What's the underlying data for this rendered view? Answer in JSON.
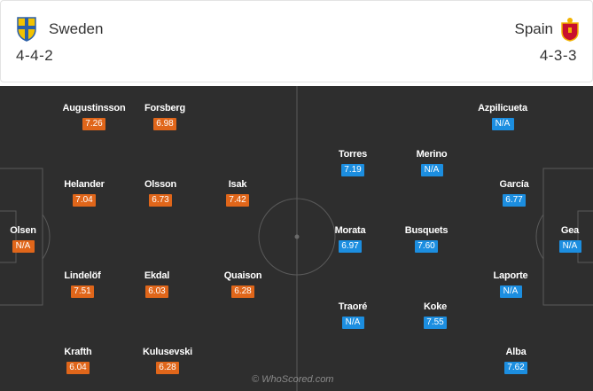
{
  "home": {
    "name": "Sweden",
    "formation": "4-4-2",
    "badge_icon": "sweden-crest-icon",
    "rating_color": "#e0661a",
    "players": [
      {
        "name": "Augustinsson",
        "rating": "7.26"
      },
      {
        "name": "Forsberg",
        "rating": "6.98"
      },
      {
        "name": "Helander",
        "rating": "7.04"
      },
      {
        "name": "Olsson",
        "rating": "6.73"
      },
      {
        "name": "Isak",
        "rating": "7.42"
      },
      {
        "name": "Olsen",
        "rating": "N/A"
      },
      {
        "name": "Lindelöf",
        "rating": "7.51"
      },
      {
        "name": "Ekdal",
        "rating": "6.03"
      },
      {
        "name": "Quaison",
        "rating": "6.28"
      },
      {
        "name": "Krafth",
        "rating": "6.04"
      },
      {
        "name": "Kulusevski",
        "rating": "6.28"
      }
    ]
  },
  "away": {
    "name": "Spain",
    "formation": "4-3-3",
    "badge_icon": "spain-crest-icon",
    "rating_color": "#1c8ee0",
    "players": [
      {
        "name": "Azpilicueta",
        "rating": "N/A"
      },
      {
        "name": "Torres",
        "rating": "7.19"
      },
      {
        "name": "Merino",
        "rating": "N/A"
      },
      {
        "name": "García",
        "rating": "6.77"
      },
      {
        "name": "Morata",
        "rating": "6.97"
      },
      {
        "name": "Busquets",
        "rating": "7.60"
      },
      {
        "name": "Gea",
        "rating": "N/A"
      },
      {
        "name": "Laporte",
        "rating": "N/A"
      },
      {
        "name": "Traoré",
        "rating": "N/A"
      },
      {
        "name": "Koke",
        "rating": "7.55"
      },
      {
        "name": "Alba",
        "rating": "7.62"
      }
    ]
  },
  "watermark": "© WhoScored.com"
}
